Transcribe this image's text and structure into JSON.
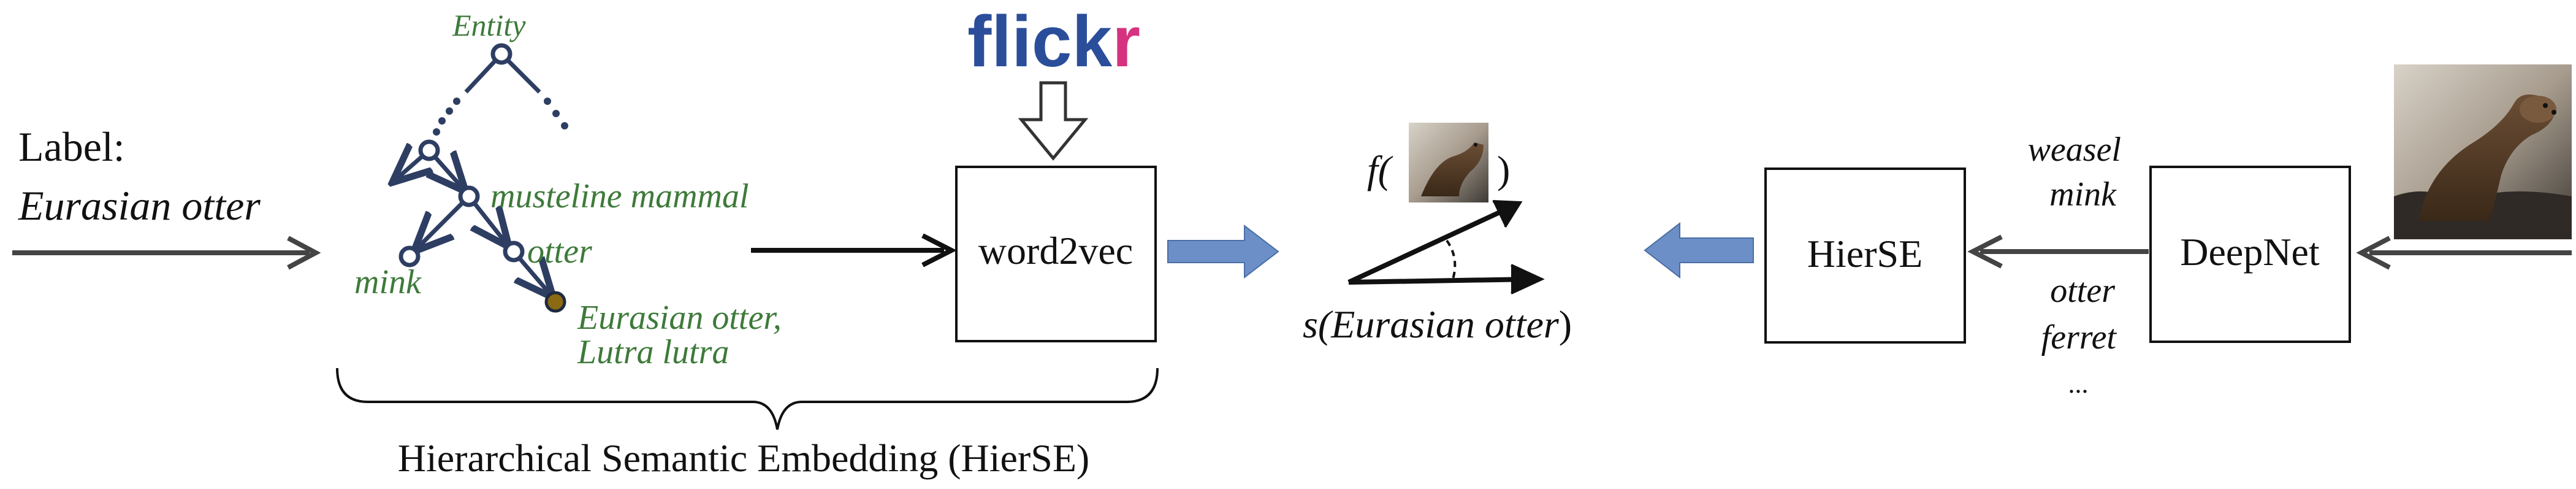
{
  "label_block": {
    "label_prefix": "Label:",
    "label_value": "Eurasian otter"
  },
  "tree": {
    "entity": "Entity",
    "musteline": "musteline mammal",
    "otter": "otter",
    "mink": "mink",
    "leaf_line1": "Eurasian otter,",
    "leaf_line2": "Lutra lutra"
  },
  "flickr": {
    "logo_part1": "flick",
    "logo_part2": "r",
    "blue": "#2b4e9a",
    "pink": "#d6327f"
  },
  "boxes": {
    "word2vec": "word2vec",
    "hierse": "HierSE",
    "deepnet": "DeepNet"
  },
  "embedding": {
    "f_prefix": "f(",
    "f_suffix": ")",
    "s_prefix": "s(",
    "s_value": "Eurasian otter",
    "s_suffix": ")"
  },
  "predictions": {
    "top": [
      "weasel",
      "mink"
    ],
    "bottom": [
      "otter",
      "ferret"
    ],
    "ellipsis": "..."
  },
  "caption": "Hierarchical Semantic Embedding (HierSE)",
  "colors": {
    "tree_node": "#2e3e63",
    "tree_text": "#3e7a3a",
    "block_arrow": "#6b8fc6",
    "leaf_node_fill": "#8a6a12"
  },
  "images": {
    "otter_icon": "otter-photo"
  }
}
